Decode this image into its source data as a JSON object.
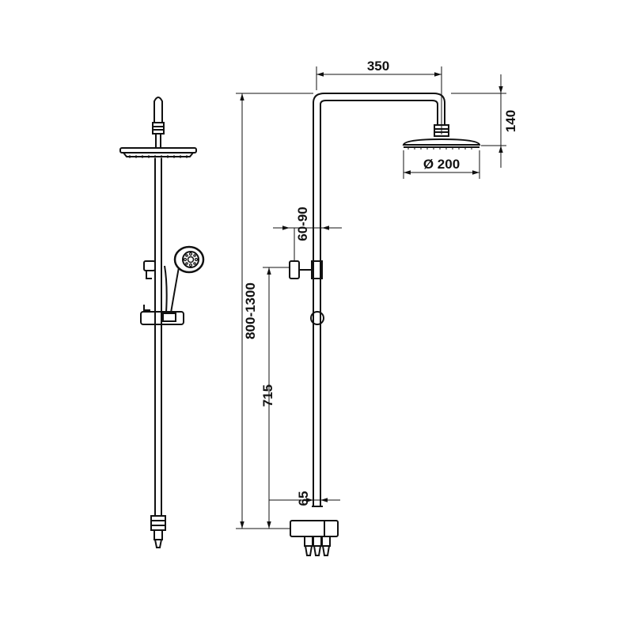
{
  "dimensions": {
    "arm_length": "350",
    "head_drop": "140",
    "head_diameter": "Ø 200",
    "slider_offset": "60-90",
    "overall_height": "800-1300",
    "valve_height": "715",
    "base_offset": "65"
  },
  "colors": {
    "line": "#111111",
    "background": "#ffffff"
  }
}
